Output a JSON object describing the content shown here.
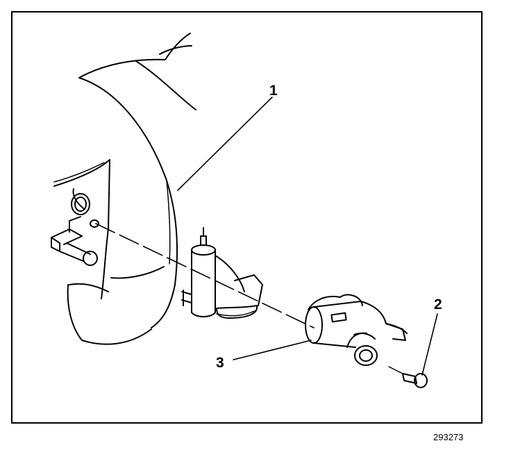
{
  "callouts": {
    "one": "1",
    "two": "2",
    "three": "3"
  },
  "figure_number": "293273"
}
